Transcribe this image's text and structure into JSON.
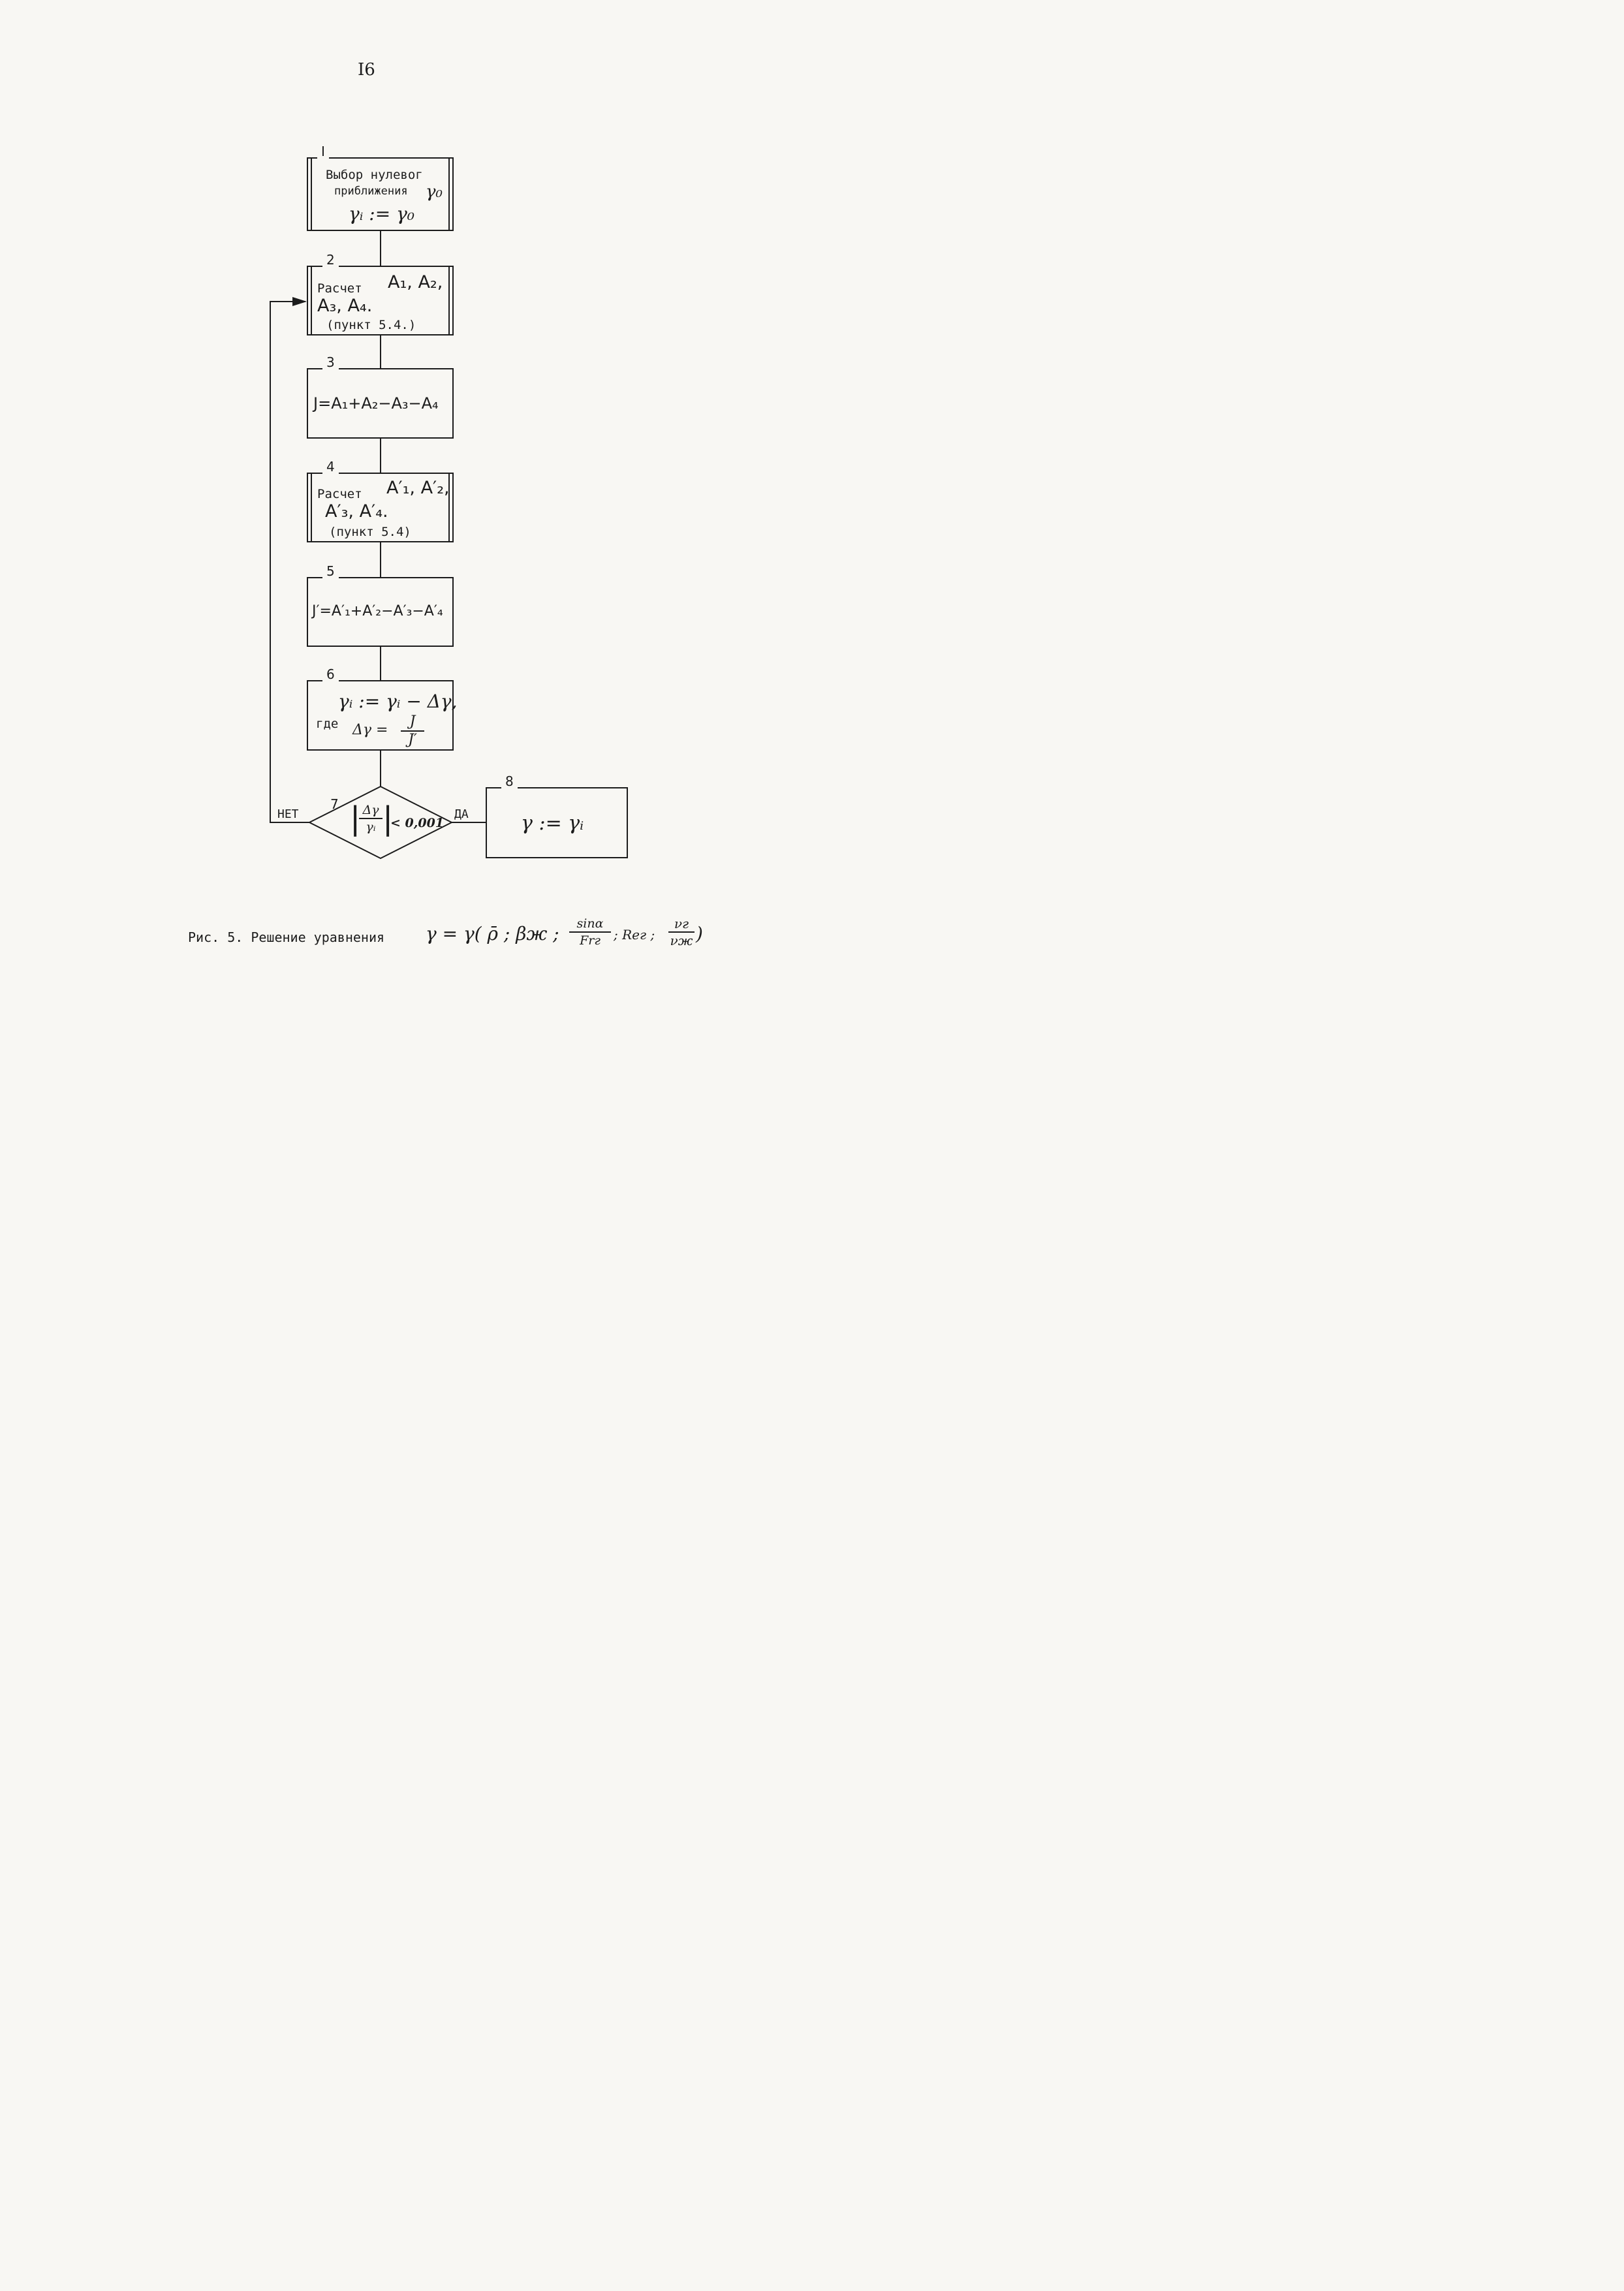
{
  "page_number": "I6",
  "blocks": {
    "b1": {
      "number": "I",
      "line1": "Выбор нулевог",
      "line2": "приближения",
      "line2_symbol": "γ₀",
      "line3": "γᵢ := γ₀"
    },
    "b2": {
      "number": "2",
      "label": "Расчет",
      "formula1": "A₁, A₂,",
      "formula2": "A₃, A₄.",
      "note": "(пункт 5.4.)"
    },
    "b3": {
      "number": "3",
      "formula": "J=A₁+A₂−A₃−A₄"
    },
    "b4": {
      "number": "4",
      "label": "Расчет",
      "formula1": "A′₁, A′₂,",
      "formula2": "A′₃, A′₄.",
      "note": "(пункт 5.4)"
    },
    "b5": {
      "number": "5",
      "formula": "J′=A′₁+A′₂−A′₃−A′₄"
    },
    "b6": {
      "number": "6",
      "formula": "γᵢ := γᵢ − Δγ,",
      "where": "где",
      "delta": "Δγ =",
      "numerator": "J",
      "denominator": "J′"
    },
    "b7": {
      "number": "7",
      "abs_num": "Δγ",
      "abs_den": "γᵢ",
      "cmp": "< 0,001"
    },
    "b8": {
      "number": "8",
      "formula": "γ := γᵢ"
    }
  },
  "branches": {
    "no": "НЕТ",
    "yes": "ДА"
  },
  "caption": {
    "text": "Рис. 5. Решение уравнения",
    "formula_start": "γ = γ( ρ̄ ; βж ;",
    "frac1_num": "sinα",
    "frac1_den": "Frг",
    "sep": "; Reг ;",
    "frac2_num": "νг",
    "frac2_den": "νж",
    "close": ")"
  }
}
